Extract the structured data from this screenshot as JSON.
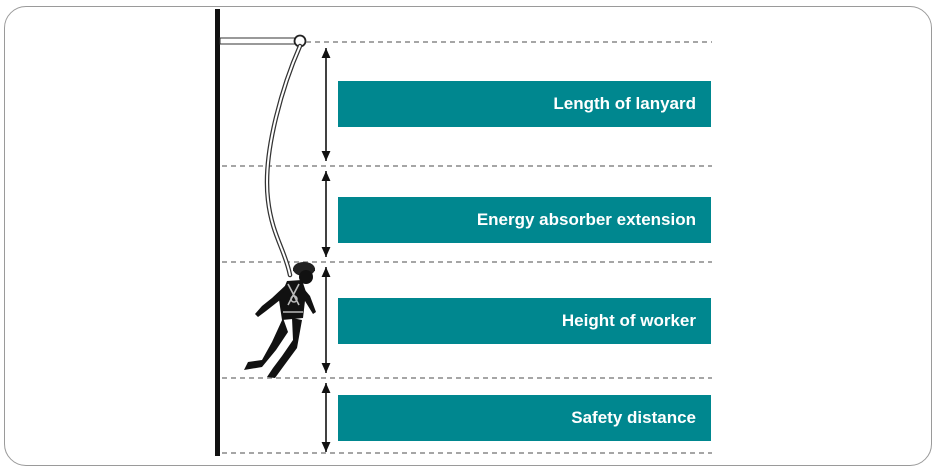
{
  "colors": {
    "label_background": "#00878f",
    "label_text": "#ffffff",
    "wall": "#111111",
    "guide_lines": "#888888"
  },
  "icons": {
    "worker": "fallen-worker-in-harness-icon",
    "anchor": "anchor-ring-icon"
  },
  "segments": [
    {
      "label": "Length of lanyard"
    },
    {
      "label": "Energy absorber extension"
    },
    {
      "label": "Height of worker"
    },
    {
      "label": "Safety distance"
    }
  ]
}
